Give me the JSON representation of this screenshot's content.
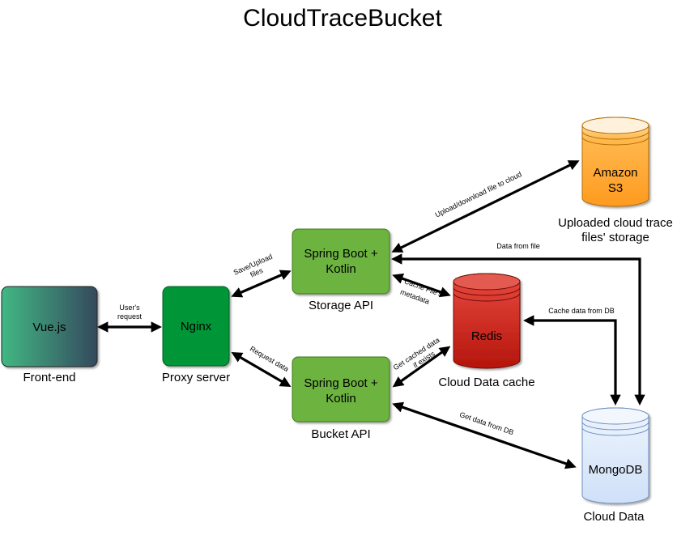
{
  "title": "CloudTraceBucket",
  "nodes": {
    "vue": {
      "label": "Vue.js",
      "caption": "Front-end"
    },
    "nginx": {
      "label": "Nginx",
      "caption": "Proxy server"
    },
    "storage_api": {
      "label_line1": "Spring Boot +",
      "label_line2": "Kotlin",
      "caption": "Storage API"
    },
    "bucket_api": {
      "label_line1": "Spring Boot +",
      "label_line2": "Kotlin",
      "caption": "Bucket API"
    },
    "s3": {
      "label_line1": "Amazon",
      "label_line2": "S3",
      "caption_line1": "Uploaded cloud trace",
      "caption_line2": "files' storage"
    },
    "redis": {
      "label": "Redis",
      "caption": "Cloud Data cache"
    },
    "mongodb": {
      "label": "MongoDB",
      "caption": "Cloud Data"
    }
  },
  "edges": {
    "user_request": {
      "line1": "User's",
      "line2": "request"
    },
    "save_upload": {
      "line1": "Save/Upload",
      "line2": "files"
    },
    "request_data": {
      "line1": "Request data"
    },
    "upload_download": {
      "line1": "Upload/download file to cloud"
    },
    "cache_file_metadata": {
      "line1": "Cache File's",
      "line2": "metadata"
    },
    "get_cached_data": {
      "line1": "Get cached data",
      "line2": "if exists"
    },
    "data_from_file": {
      "line1": "Data from file"
    },
    "cache_data_from_db": {
      "line1": "Cache data from DB"
    },
    "get_data_from_db": {
      "line1": "Get data from DB"
    }
  },
  "colors": {
    "vue_gradient": [
      "#41b883",
      "#35495e"
    ],
    "nginx_fill": "#009639",
    "spring_fill": "#6cb33f",
    "s3_fill": "#ffa733",
    "redis_fill": "#cc1f14",
    "mongodb_fill": "#dae8fc"
  }
}
